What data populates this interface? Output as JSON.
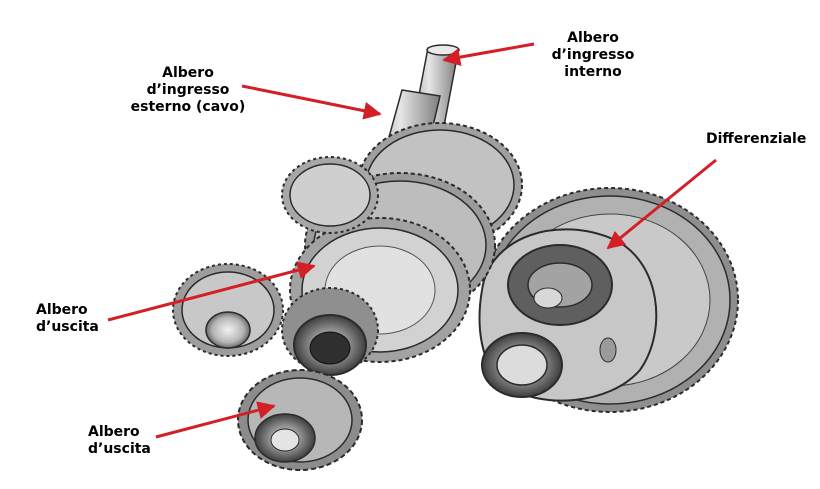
{
  "labels": {
    "inner_input_shaft": [
      "Albero",
      "d’ingresso",
      "interno"
    ],
    "outer_input_shaft": [
      "Albero",
      "d’ingresso",
      "esterno (cavo)"
    ],
    "differential": [
      "Differenziale"
    ],
    "output_shaft_upper": [
      "Albero",
      "d’uscita"
    ],
    "output_shaft_lower": [
      "Albero",
      "d’uscita"
    ]
  },
  "colors": {
    "arrow": "#d31f26",
    "metal_light": "#d9d9d9",
    "metal_mid": "#a9a9a9",
    "metal_dark": "#6f6f6f",
    "outline": "#2b2b2b",
    "text": "#000000"
  },
  "icons": {
    "arrow": "red-callout-arrow",
    "illustration": "dual-clutch-gearbox-gearset"
  }
}
